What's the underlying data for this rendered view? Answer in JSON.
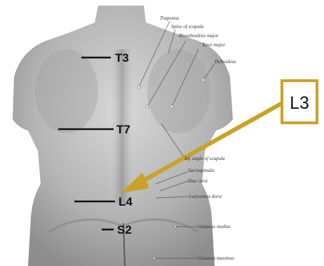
{
  "vertebral_labels": [
    "T3",
    "T7",
    "L4",
    "S2"
  ],
  "anatomy_labels": [
    "Trapezius",
    "Spine of scapula",
    "Rhomboideus major",
    "Teres major",
    "Deltoideus",
    "Inf. angle of scapula",
    "Sacrospinalis",
    "Iliac crest",
    "Latissimus dorsi",
    "Glutaeus medius",
    "Glutaeus maximus"
  ],
  "callout": {
    "label": "L3"
  },
  "colors": {
    "arrow": "#c9a227",
    "callout_border": "#c9a227",
    "marker_line": "#111111"
  }
}
